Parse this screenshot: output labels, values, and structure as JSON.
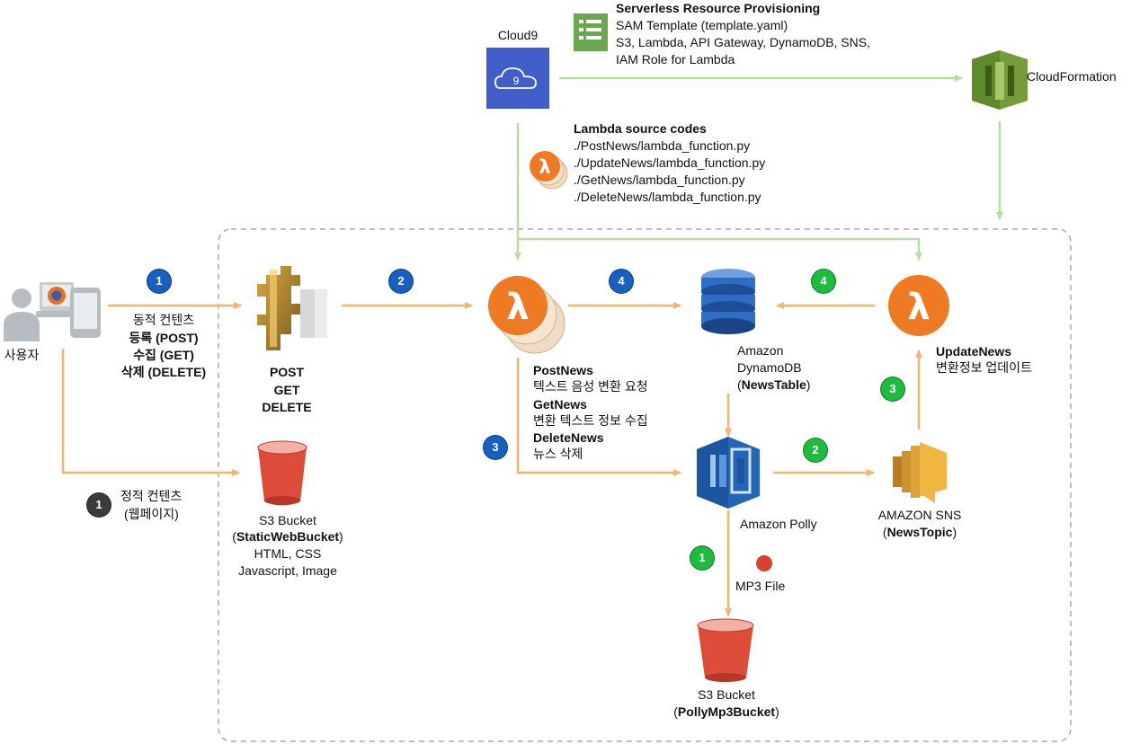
{
  "cloud9": {
    "label": "Cloud9"
  },
  "provisioning": {
    "title": "Serverless Resource Provisioning",
    "line1": "SAM Template (template.yaml)",
    "line2": "S3, Lambda, API Gateway, DynamoDB, SNS,",
    "line3": "IAM Role for Lambda"
  },
  "cloudformation": {
    "label": "CloudFormation"
  },
  "lambda_sources": {
    "title": "Lambda source codes",
    "files": [
      "./PostNews/lambda_function.py",
      "./UpdateNews/lambda_function.py",
      "./GetNews/lambda_function.py",
      "./DeleteNews/lambda_function.py"
    ]
  },
  "user": {
    "label": "사용자"
  },
  "dynamic_content": {
    "line1": "동적 컨텐츠",
    "line2": "등록 (POST)",
    "line3": "수집 (GET)",
    "line4": "삭제 (DELETE)"
  },
  "static_content": {
    "line1": "정적 컨텐츠",
    "line2": "(웹페이지)"
  },
  "api_gateway": {
    "line1": "POST",
    "line2": "GET",
    "line3": "DELETE"
  },
  "s3_static": {
    "line1": "S3 Bucket",
    "open": "(",
    "name": "StaticWebBucket",
    "close": ")",
    "line3": "HTML, CSS",
    "line4": "Javascript, Image"
  },
  "lambda_funcs": {
    "post_name": "PostNews",
    "post_desc": "텍스트 음성 변환 요청",
    "get_name": "GetNews",
    "get_desc": "변환 텍스트 정보 수집",
    "delete_name": "DeleteNews",
    "delete_desc": "뉴스 삭제"
  },
  "dynamodb": {
    "line1": "Amazon",
    "line2": "DynamoDB",
    "open": "(",
    "name": "NewsTable",
    "close": ")"
  },
  "update_news": {
    "name": "UpdateNews",
    "desc": "변환정보 업데이트"
  },
  "polly": {
    "label": "Amazon Polly"
  },
  "sns": {
    "line1": "AMAZON SNS",
    "open": "(",
    "name": "NewsTopic",
    "close": ")"
  },
  "mp3": {
    "label": "MP3 File"
  },
  "s3_mp3": {
    "line1": "S3 Bucket",
    "open": "(",
    "name": "PollyMp3Bucket",
    "close": ")"
  },
  "steps": {
    "blue1": "1",
    "blue2": "2",
    "blue3": "3",
    "blue4": "4",
    "green1": "1",
    "green2": "2",
    "green3": "3",
    "green4": "4",
    "dark1": "1"
  },
  "colors": {
    "orange_arrow": "#f7b26b",
    "green_arrow": "#b5dfa0",
    "blue_step": "#1560c0",
    "green_step": "#1dbb3e",
    "dashed_border": "#aaaaaa"
  }
}
